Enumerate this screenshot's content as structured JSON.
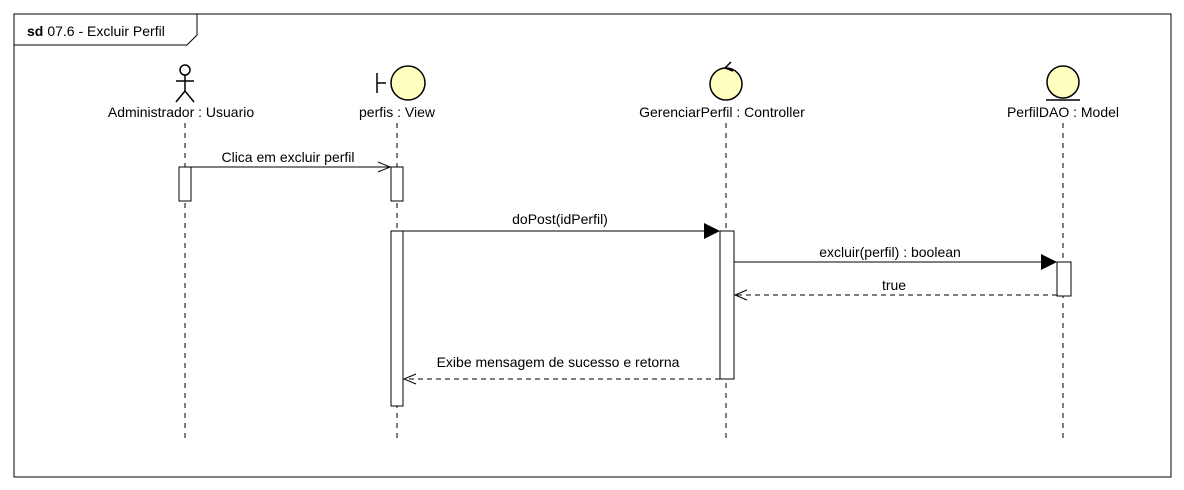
{
  "frame": {
    "keyword": "sd",
    "title": "07.6 - Excluir Perfil"
  },
  "colors": {
    "stroke": "#000000",
    "stereotype_fill": "#FFFFC0",
    "activation_fill": "#FFFFFF",
    "background": "#FFFFFF"
  },
  "lifelines": [
    {
      "id": "admin",
      "label": "Administrador : Usuario",
      "icon": "actor-icon"
    },
    {
      "id": "view",
      "label": "perfis : View",
      "icon": "boundary-icon"
    },
    {
      "id": "controller",
      "label": "GerenciarPerfil : Controller",
      "icon": "control-icon"
    },
    {
      "id": "model",
      "label": "PerfilDAO : Model",
      "icon": "entity-icon"
    }
  ],
  "messages": [
    {
      "id": "msg1",
      "label": "Clica em excluir perfil",
      "from": "admin",
      "to": "view",
      "kind": "async"
    },
    {
      "id": "msg2",
      "label": "doPost(idPerfil)",
      "from": "view",
      "to": "controller",
      "kind": "sync"
    },
    {
      "id": "msg3",
      "label": "excluir(perfil) : boolean",
      "from": "controller",
      "to": "model",
      "kind": "sync"
    },
    {
      "id": "msg4",
      "label": "true",
      "from": "model",
      "to": "controller",
      "kind": "reply"
    },
    {
      "id": "msg5",
      "label": "Exibe mensagem de sucesso e retorna",
      "from": "controller",
      "to": "view",
      "kind": "reply"
    }
  ]
}
